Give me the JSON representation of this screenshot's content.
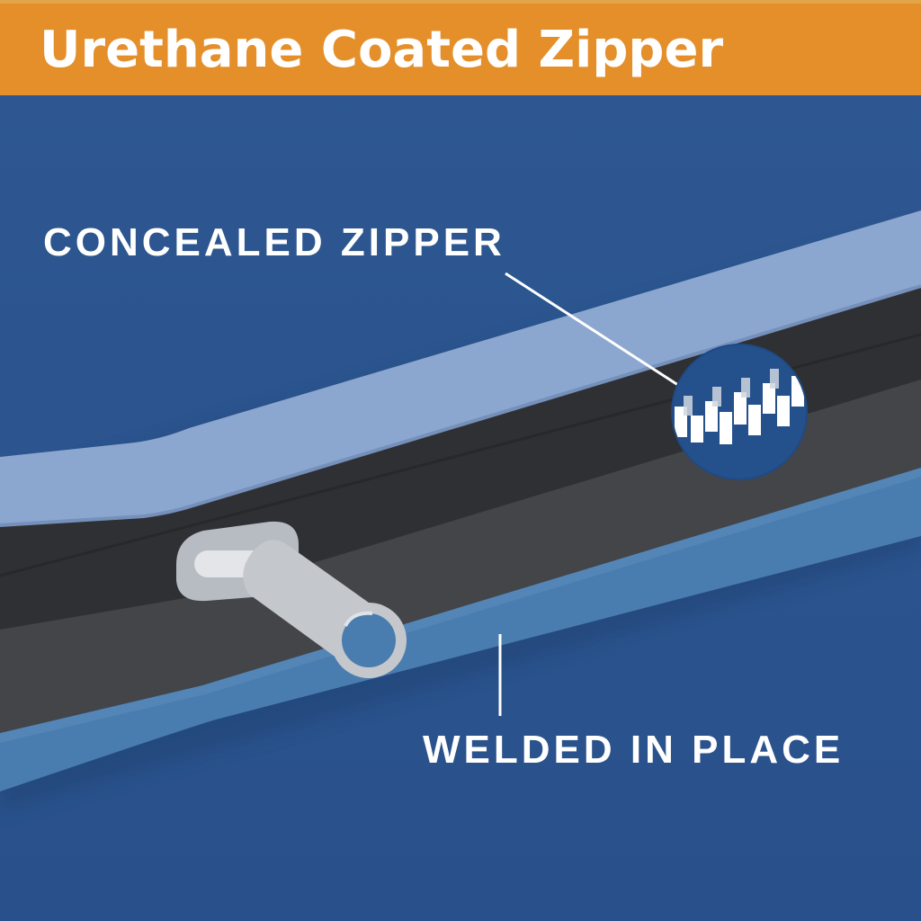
{
  "header": {
    "title": "Urethane Coated Zipper",
    "background_color": "#e58f2b",
    "text_color": "#ffffff"
  },
  "callouts": {
    "concealed_zipper": "CONCEALED ZIPPER",
    "welded_in_place": "WELDED IN PLACE"
  },
  "colors": {
    "background": "#2c558f",
    "top_layer": "#8ea8cf",
    "zipper_tape": "#3a3b3e",
    "bottom_layer": "#4d7fb0",
    "slider": "#c3c6cb",
    "callout_line": "#ffffff"
  },
  "icons": [
    "zipper-slider-icon",
    "zipper-teeth-magnifier-icon"
  ]
}
